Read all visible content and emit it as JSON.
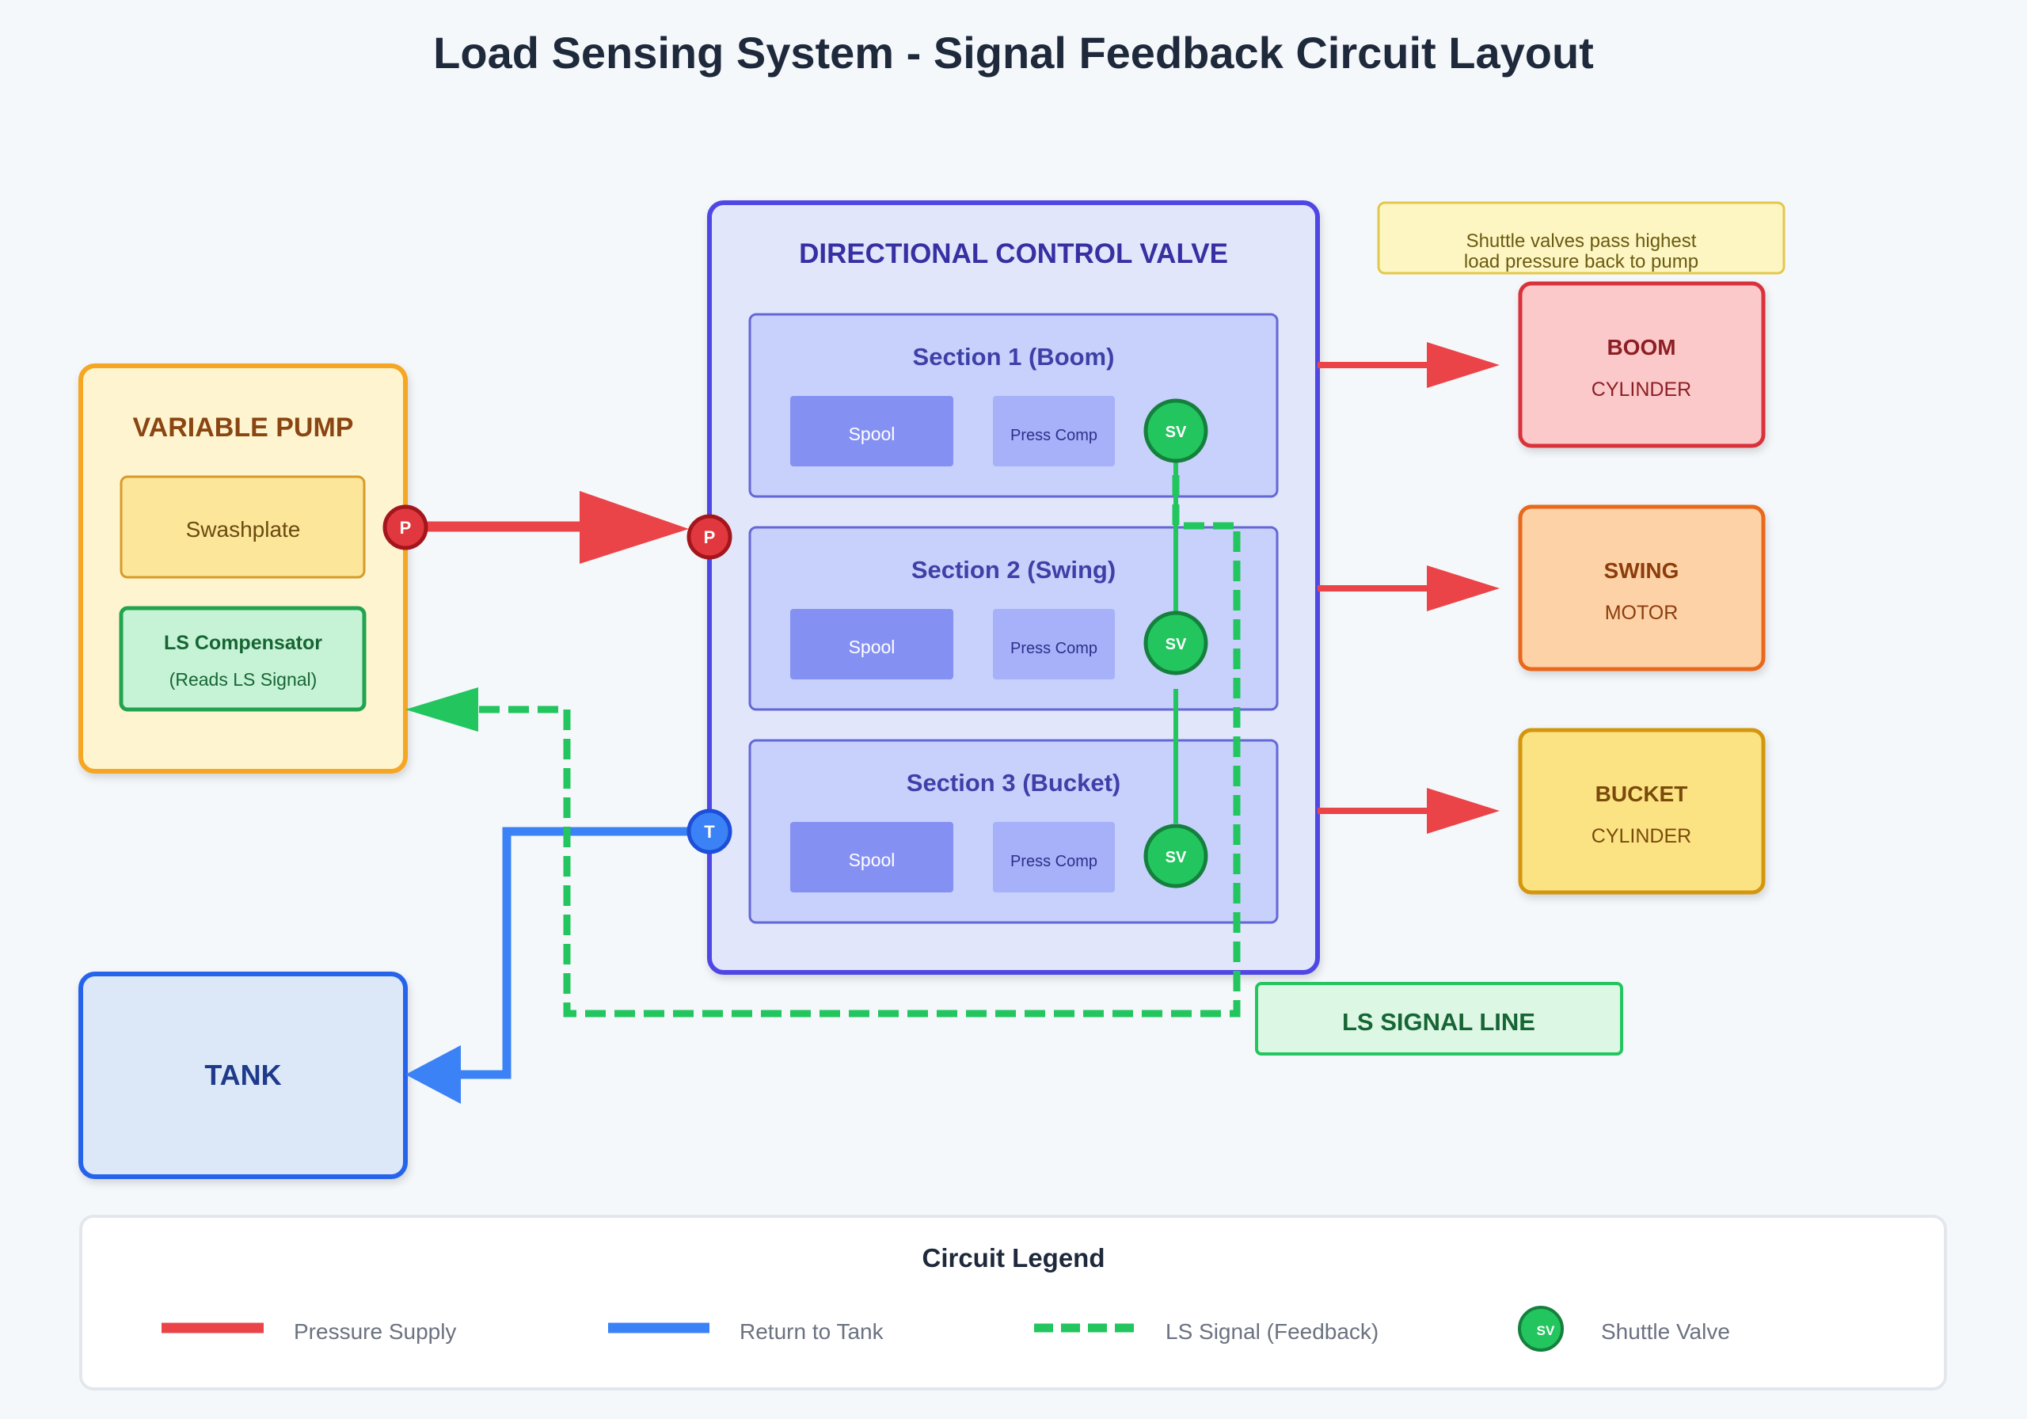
{
  "title": "Load Sensing System - Signal Feedback Circuit Layout",
  "pump": {
    "title": "VARIABLE PUMP",
    "swashplate": "Swashplate",
    "compensator_title": "LS Compensator",
    "compensator_sub": "(Reads LS Signal)",
    "port": "P"
  },
  "tank": {
    "title": "TANK"
  },
  "valve": {
    "title": "DIRECTIONAL CONTROL VALVE",
    "port_p": "P",
    "port_t": "T",
    "sections": [
      {
        "title": "Section 1 (Boom)",
        "spool": "Spool",
        "comp": "Press Comp",
        "sv": "SV"
      },
      {
        "title": "Section 2 (Swing)",
        "spool": "Spool",
        "comp": "Press Comp",
        "sv": "SV"
      },
      {
        "title": "Section 3 (Bucket)",
        "spool": "Spool",
        "comp": "Press Comp",
        "sv": "SV"
      }
    ]
  },
  "note": {
    "line1": "Shuttle valves pass highest",
    "line2": "load pressure back to pump"
  },
  "actuators": [
    {
      "name": "BOOM",
      "type": "CYLINDER"
    },
    {
      "name": "SWING",
      "type": "MOTOR"
    },
    {
      "name": "BUCKET",
      "type": "CYLINDER"
    }
  ],
  "ls_signal_label": "LS SIGNAL LINE",
  "legend": {
    "title": "Circuit Legend",
    "items": [
      {
        "label": "Pressure Supply"
      },
      {
        "label": "Return to Tank"
      },
      {
        "label": "LS Signal (Feedback)"
      },
      {
        "label": "Shuttle Valve",
        "symbol": "SV"
      }
    ]
  },
  "colors": {
    "pressure": "#ea4448",
    "return": "#3b82f6",
    "signal": "#22c55e",
    "valve_border": "#4f46e5",
    "pump_border": "#f59e0b"
  }
}
